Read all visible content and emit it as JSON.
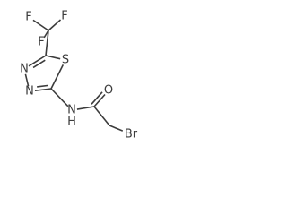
{
  "molecule": {
    "atoms": [
      {
        "id": "F1",
        "element": "F",
        "label": "F",
        "color": "#2a2a2a"
      },
      {
        "id": "F2",
        "element": "F",
        "label": "F",
        "color": "#2a2a2a"
      },
      {
        "id": "F3",
        "element": "F",
        "label": "F",
        "color": "#2a2a2a"
      },
      {
        "id": "CF3",
        "element": "C",
        "label": ""
      },
      {
        "id": "C5",
        "element": "C",
        "label": ""
      },
      {
        "id": "S",
        "element": "S",
        "label": "S",
        "color": "#2a2a2a"
      },
      {
        "id": "C2",
        "element": "C",
        "label": ""
      },
      {
        "id": "N3",
        "element": "N",
        "label": "N",
        "color": "#2a2a2a"
      },
      {
        "id": "N4",
        "element": "N",
        "label": "N",
        "color": "#2a2a2a"
      },
      {
        "id": "NH",
        "element": "N",
        "label": "N",
        "hydrogen": "H",
        "color": "#2a2a2a"
      },
      {
        "id": "CO",
        "element": "C",
        "label": ""
      },
      {
        "id": "O",
        "element": "O",
        "label": "O",
        "color": "#2a2a2a"
      },
      {
        "id": "CH2",
        "element": "C",
        "label": ""
      },
      {
        "id": "Br",
        "element": "Br",
        "label": "Br",
        "color": "#2a2a2a"
      }
    ],
    "bonds": [
      {
        "a": "F1",
        "b": "CF3",
        "order": 1
      },
      {
        "a": "F2",
        "b": "CF3",
        "order": 1
      },
      {
        "a": "F3",
        "b": "CF3",
        "order": 1
      },
      {
        "a": "CF3",
        "b": "C5",
        "order": 1
      },
      {
        "a": "C5",
        "b": "S",
        "order": 1
      },
      {
        "a": "S",
        "b": "C2",
        "order": 1
      },
      {
        "a": "C2",
        "b": "N3",
        "order": 2
      },
      {
        "a": "N3",
        "b": "N4",
        "order": 1
      },
      {
        "a": "N4",
        "b": "C5",
        "order": 2
      },
      {
        "a": "C2",
        "b": "NH",
        "order": 1
      },
      {
        "a": "NH",
        "b": "CO",
        "order": 1
      },
      {
        "a": "CO",
        "b": "O",
        "order": 2
      },
      {
        "a": "CO",
        "b": "CH2",
        "order": 1
      },
      {
        "a": "CH2",
        "b": "Br",
        "order": 1
      }
    ]
  }
}
